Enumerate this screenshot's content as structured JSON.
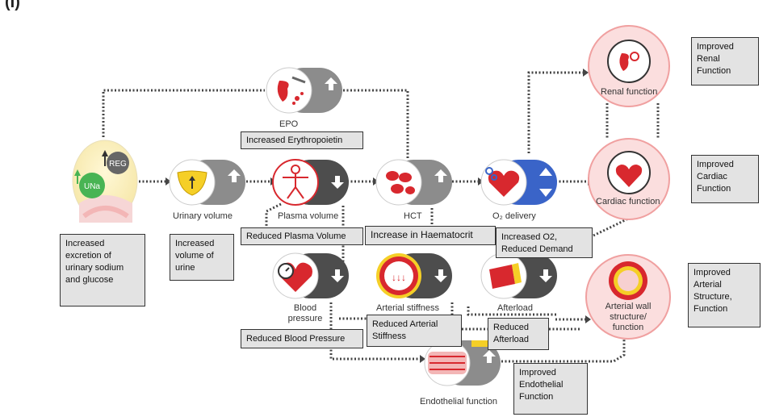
{
  "header": {
    "text": "(I)"
  },
  "nodes": {
    "epo": "EPO",
    "urinary_volume": "Urinary volume",
    "plasma_volume": "Plasma volume",
    "hct": "HCT",
    "o2_delivery": "O₂ delivery",
    "blood_pressure": "Blood\npressure",
    "arterial_stiffness": "Arterial stiffness",
    "afterload": "Afterload",
    "endothelial_function": "Endothelial function",
    "renal_function": "Renal function",
    "cardiac_function": "Cardiac function",
    "arterial_wall": "Arterial wall\nstructure/\nfunction"
  },
  "kidney_icon": {
    "reg": "REG",
    "una": "UNa"
  },
  "boxes": {
    "increased_epo": "Increased Erythropoietin",
    "increased_excretion": "Increased excretion of urinary sodium and glucose",
    "increased_urine": "Increased volume of urine",
    "reduced_plasma": "Reduced Plasma Volume",
    "increase_haematocrit": "Increase in Haematocrit",
    "increased_o2": "Increased O2, Reduced Demand",
    "reduced_bp": "Reduced Blood Pressure",
    "reduced_stiffness": "Reduced Arterial Stiffness",
    "reduced_afterload": "Reduced Afterload",
    "improved_endothelial": "Improved Endothelial Function",
    "improved_renal": "Improved Renal Function",
    "improved_cardiac": "Improved Cardiac Function",
    "improved_arterial": "Improved Arterial Structure, Function"
  },
  "colors": {
    "accent_red": "#e01e26",
    "pink": "#fbdede",
    "dark_grey": "#555555",
    "blue": "#3a64c8",
    "box_bg": "#e3e3e3"
  }
}
